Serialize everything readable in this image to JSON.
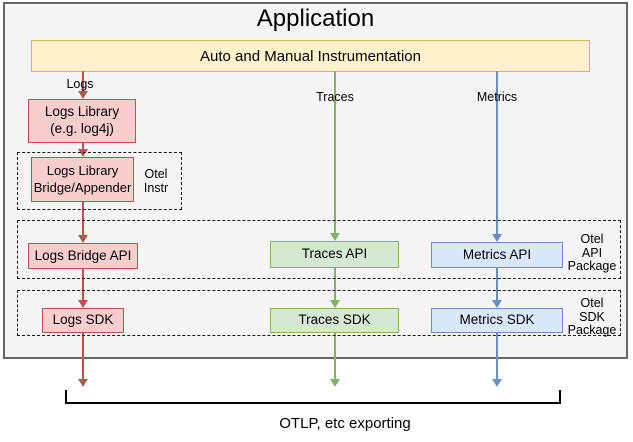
{
  "app": {
    "title": "Application",
    "instrumentation_label": "Auto and Manual Instrumentation"
  },
  "streams": {
    "logs_label": "Logs",
    "traces_label": "Traces",
    "metrics_label": "Metrics"
  },
  "nodes": {
    "logs_library": "Logs Library\n(e.g. log4j)",
    "logs_bridge_appender": "Logs Library\nBridge/Appender",
    "logs_bridge_api": "Logs Bridge API",
    "traces_api": "Traces API",
    "metrics_api": "Metrics API",
    "logs_sdk": "Logs SDK",
    "traces_sdk": "Traces SDK",
    "metrics_sdk": "Metrics SDK"
  },
  "groups": {
    "otel_instr": "Otel\nInstr",
    "otel_api_package": "Otel\nAPI\nPackage",
    "otel_sdk_package": "Otel\nSDK\nPackage"
  },
  "footer": {
    "exporting_label": "OTLP, etc exporting"
  },
  "colors": {
    "app_fill": "#f5f5f5",
    "app_stroke": "#666666",
    "instrumentation_fill": "#fff2cc",
    "instrumentation_stroke": "#d6b656",
    "logs_fill": "#f8cecc",
    "logs_stroke": "#b85450",
    "traces_fill": "#d5e8d4",
    "traces_stroke": "#82b366",
    "metrics_fill": "#dae8fc",
    "metrics_stroke": "#6c8ebf"
  }
}
